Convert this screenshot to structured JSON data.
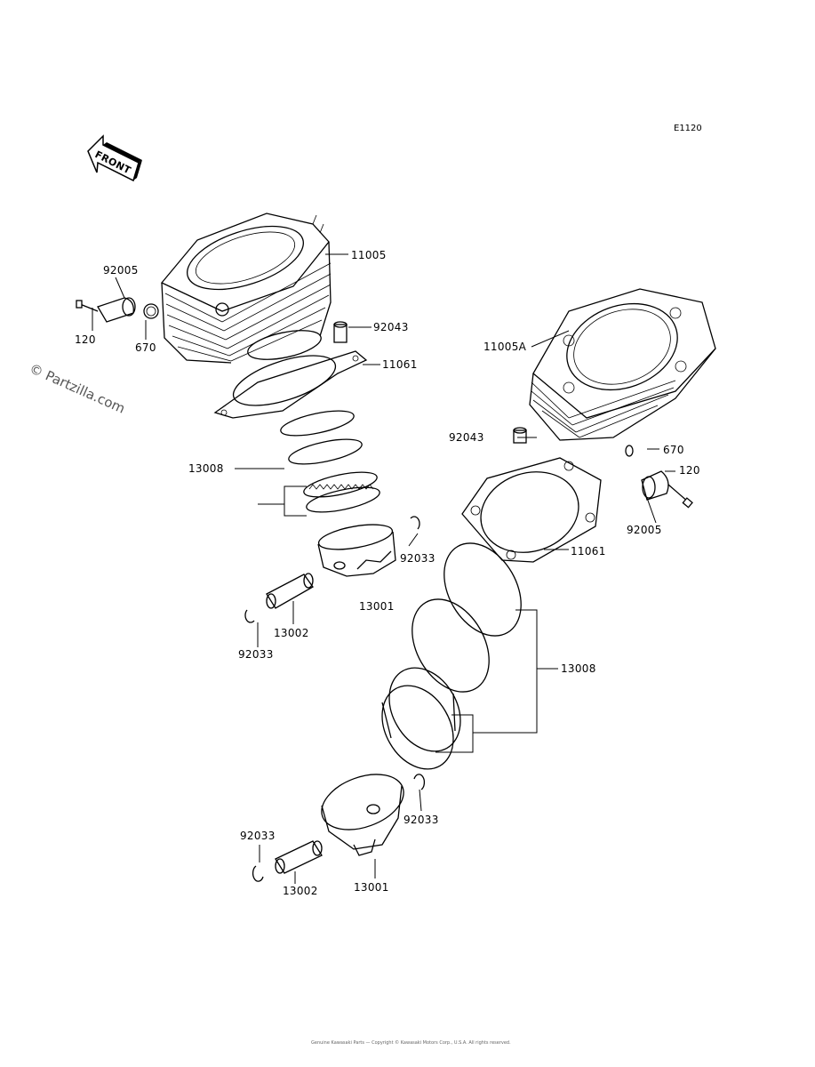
{
  "diagram": {
    "code": "E1120",
    "front_label": "FRONT",
    "watermark": "© Partzilla.com",
    "footer": "Genuine Kawasaki Parts — Copyright © Kawasaki Motors Corp., U.S.A. All rights reserved.",
    "labels": {
      "cyl_front": "11005",
      "cyl_rear": "11005A",
      "fitting_left": "92005",
      "fitting_right": "92005",
      "bolt_left": "120",
      "bolt_right": "120",
      "oring_left": "670",
      "oring_right": "670",
      "dowel_left": "92043",
      "dowel_right": "92043",
      "gasket_left": "11061",
      "gasket_right": "11061",
      "rings_left": "13008",
      "rings_right": "13008",
      "clip_a": "92033",
      "clip_b": "92033",
      "clip_c": "92033",
      "clip_d": "92033",
      "piston_left": "13001",
      "piston_right": "13001",
      "pin_left": "13002",
      "pin_right": "13002"
    }
  }
}
